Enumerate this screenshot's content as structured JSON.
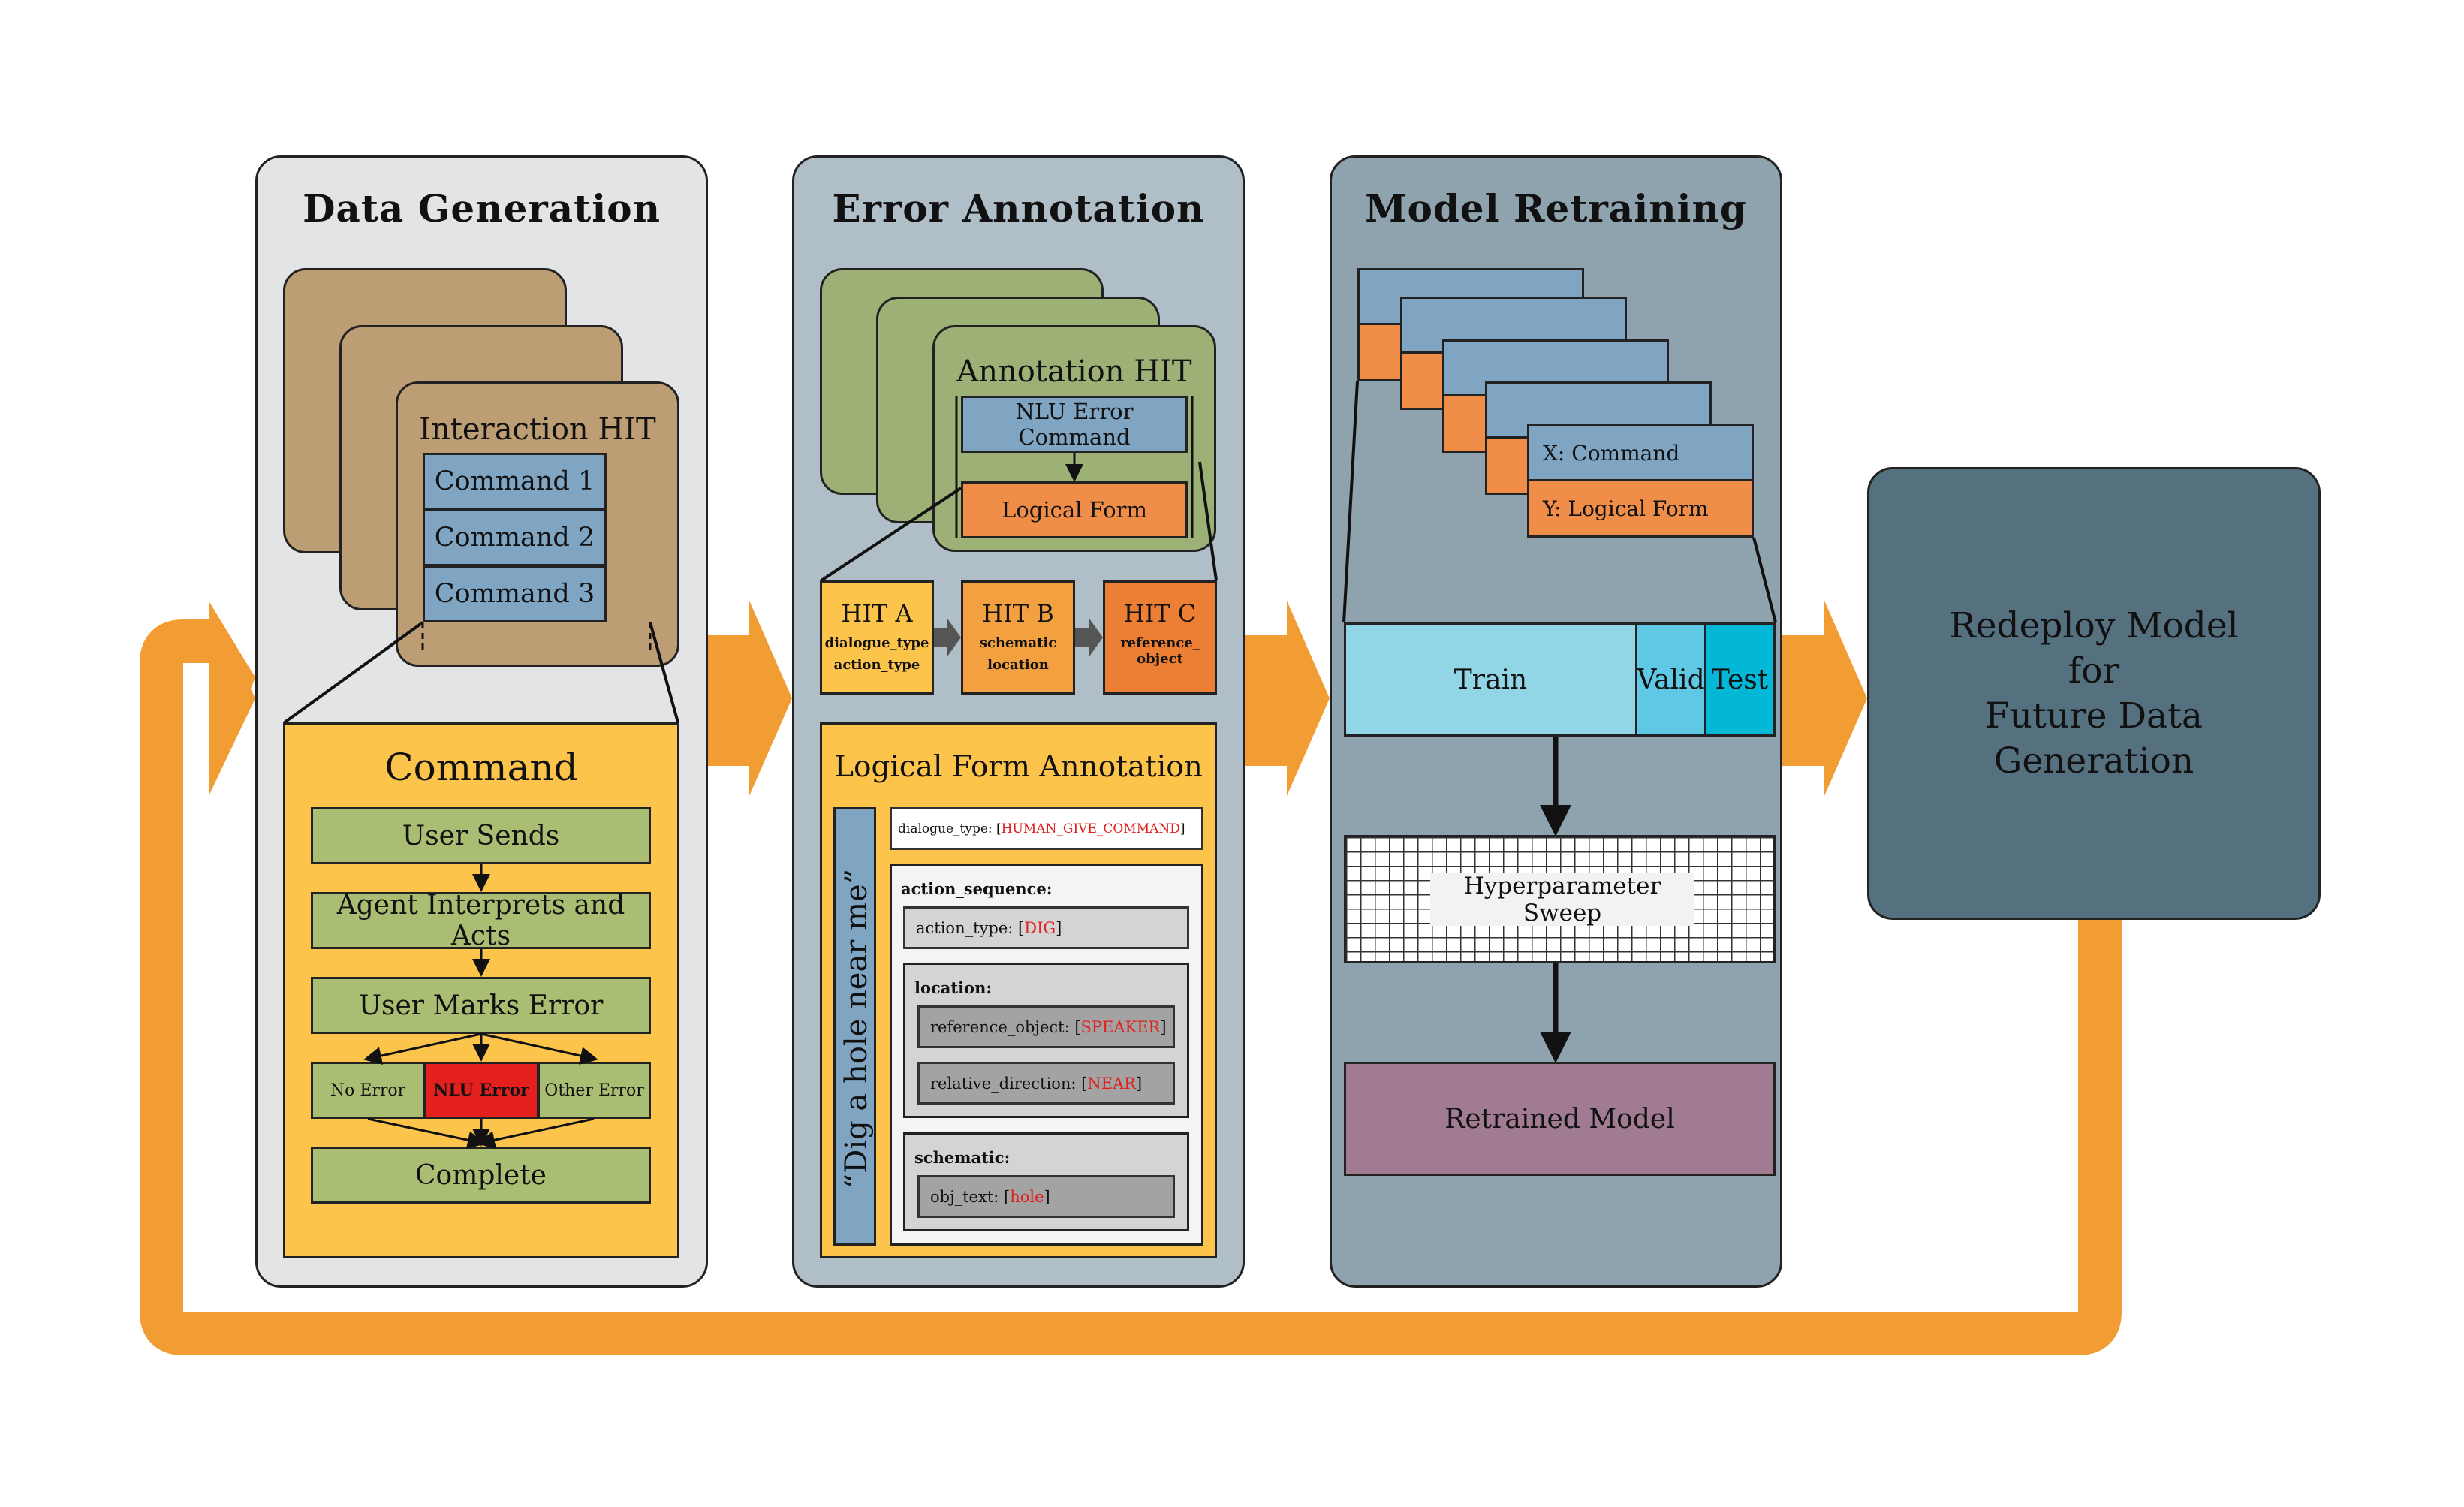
{
  "stages": {
    "data_generation": {
      "title": "Data Generation",
      "interaction_hit": {
        "title": "Interaction HIT",
        "commands": [
          "Command 1",
          "Command 2",
          "Command 3"
        ]
      },
      "command_flow": {
        "title": "Command",
        "steps": [
          "User Sends",
          "Agent Interprets and Acts",
          "User Marks Error"
        ],
        "options": [
          "No Error",
          "NLU Error",
          "Other Error"
        ],
        "final": "Complete"
      }
    },
    "error_annotation": {
      "title": "Error Annotation",
      "annotation_hit": {
        "title": "Annotation HIT",
        "input": "NLU Error Command",
        "output": "Logical Form"
      },
      "hits": [
        {
          "title": "HIT A",
          "line1": "dialogue_type",
          "line2": "action_type"
        },
        {
          "title": "HIT B",
          "line1": "schematic",
          "line2": "location"
        },
        {
          "title": "HIT C",
          "line1": "reference_",
          "line2": "object"
        }
      ],
      "logical_form": {
        "title": "Logical Form Annotation",
        "utterance": "“Dig a hole near me”",
        "dialogue_type_key": "dialogue_type: [",
        "dialogue_type_val": "HUMAN_GIVE_COMMAND",
        "action_sequence_label": "action_sequence:",
        "action_type_key": "action_type: [",
        "action_type_val": "DIG",
        "location_label": "location:",
        "reference_object_key": "reference_object: [",
        "reference_object_val": "SPEAKER",
        "relative_direction_key": "relative_direction: [",
        "relative_direction_val": "NEAR",
        "schematic_label": "schematic:",
        "obj_text_key": "obj_text: [",
        "obj_text_val": "hole",
        "close_bracket": "]"
      }
    },
    "model_retraining": {
      "title": "Model Retraining",
      "example_x": "X: Command",
      "example_y": "Y: Logical Form",
      "splits": [
        "Train",
        "Valid",
        "Test"
      ],
      "sweep": "Hyperparameter Sweep",
      "result": "Retrained Model"
    },
    "redeploy": {
      "lines": [
        "Redeploy Model",
        "for",
        "Future Data",
        "Generation"
      ]
    }
  },
  "colors": {
    "panel1": "#e3e4e6",
    "panel2": "#b0bec7",
    "panel3": "#8fa3ae",
    "redeploy": "#557180",
    "tan": "#bd9d73",
    "yellow": "#fdc44c",
    "green": "#a9be73",
    "blue": "#7fa5c3",
    "orange": "#f08e49",
    "red": "#e3201d",
    "arrow": "#f29d33",
    "light_cyan": "#91d5e7",
    "mid_cyan": "#5fc8e5",
    "cyan": "#03b7d6",
    "purple": "#a17b91"
  }
}
